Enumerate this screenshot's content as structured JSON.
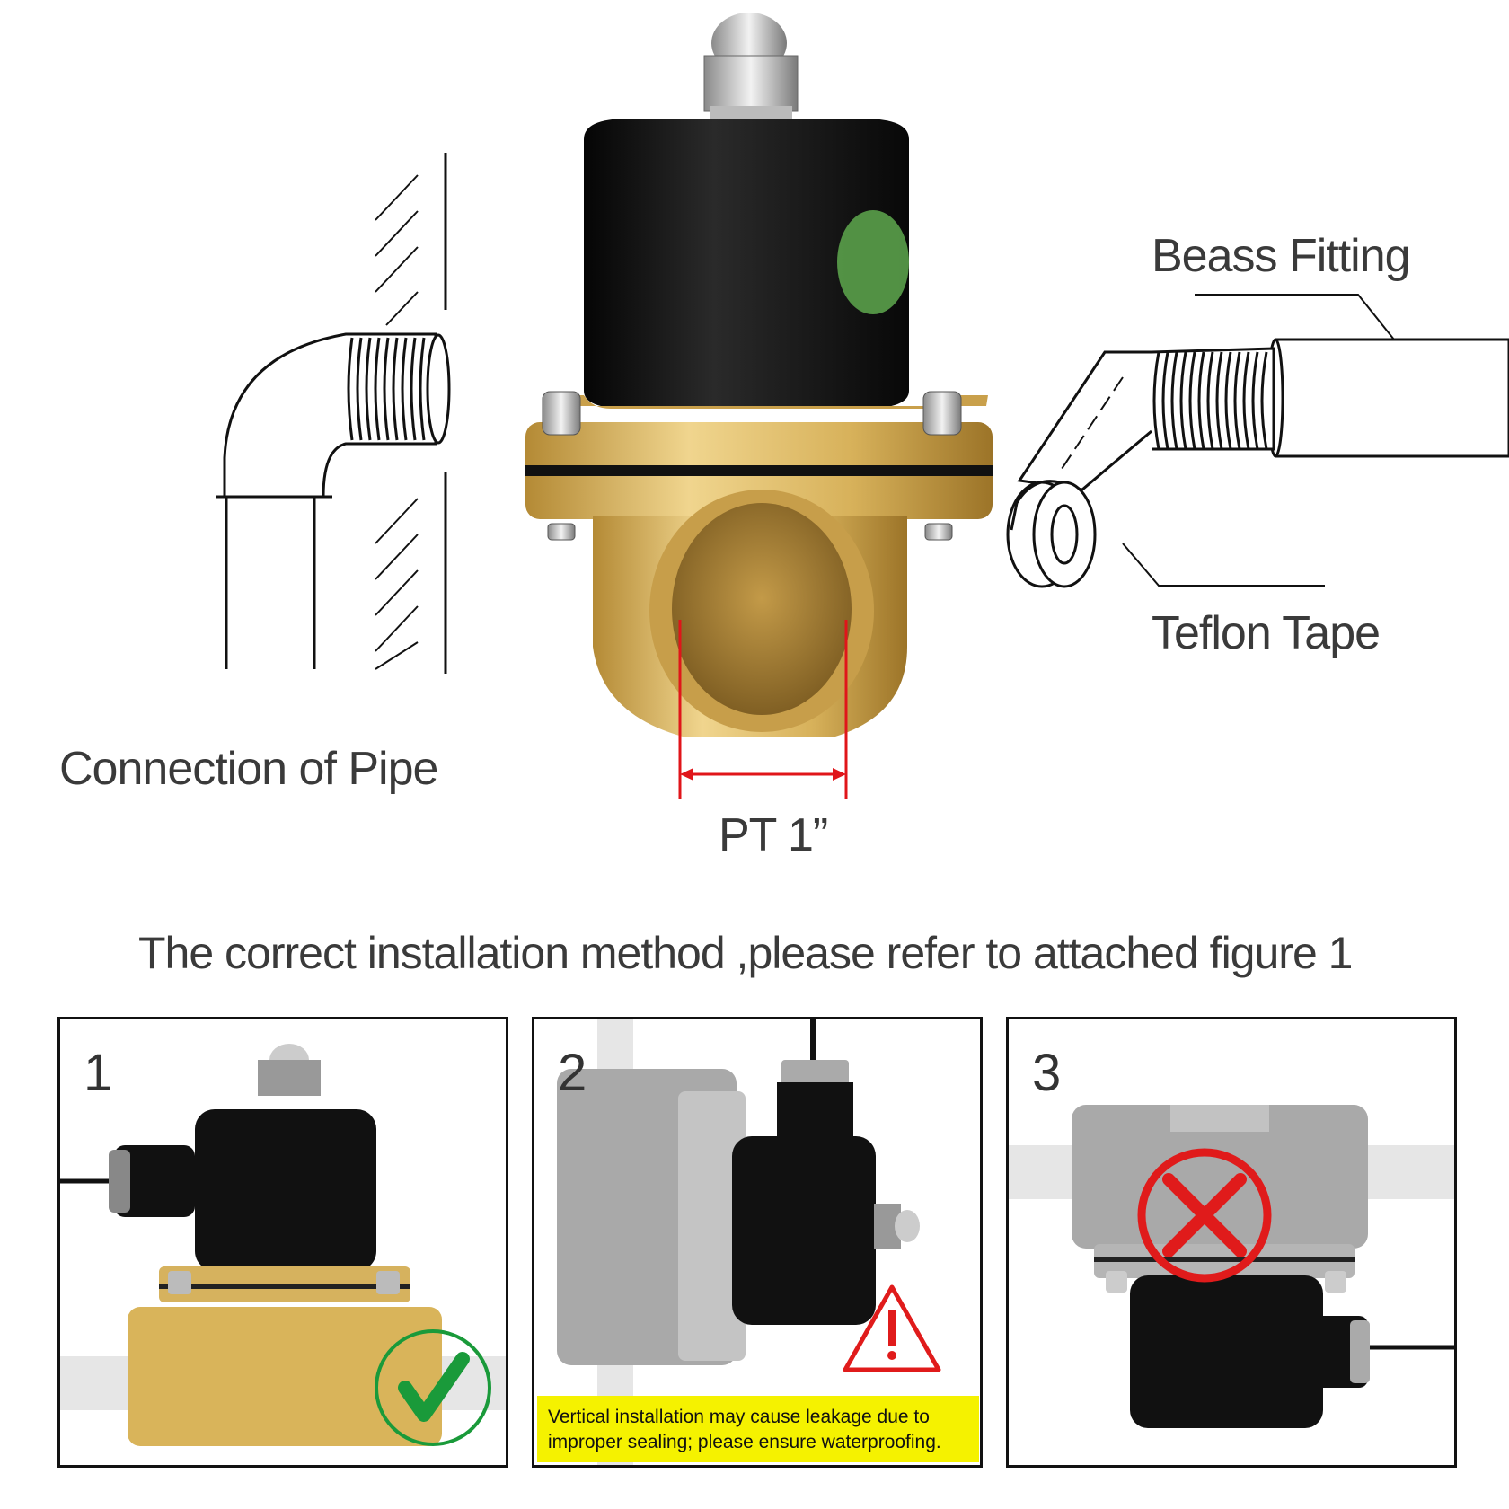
{
  "labels": {
    "connection_of_pipe": "Connection of Pipe",
    "brass_fitting": "Beass Fitting",
    "teflon_tape": "Teflon Tape",
    "port_size": "PT 1”",
    "instruction": "The correct installation method ,please refer to attached figure 1"
  },
  "panels": [
    {
      "number": "1",
      "status": "correct",
      "status_icon": "green-check-icon"
    },
    {
      "number": "2",
      "status": "warning",
      "status_icon": "warning-triangle-icon",
      "warning_text": "Vertical installation may cause leakage due to improper sealing; please ensure waterproofing."
    },
    {
      "number": "3",
      "status": "incorrect",
      "status_icon": "red-x-icon"
    }
  ],
  "colors": {
    "brass": "#d9b45a",
    "coil": "#121212",
    "dimension_line": "#e0151a",
    "check": "#1a9a3a",
    "cross": "#e01b1b",
    "warning_bg": "#f5f200"
  }
}
